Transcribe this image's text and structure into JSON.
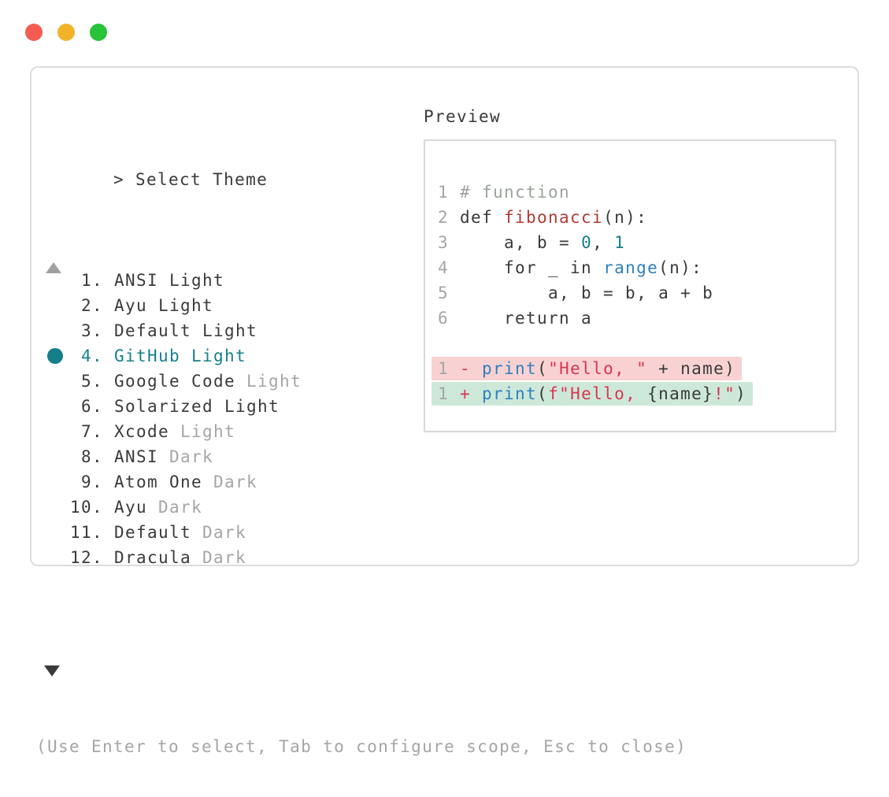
{
  "colors": {
    "accent_teal": "#15808A",
    "text": "#3A3A3A",
    "dim": "#A5A5A5",
    "comment": "#9AA39A",
    "function_name_red": "#B23B34",
    "string_crimson": "#D83652",
    "builtin_blue": "#2E7FBE",
    "diff_removed_bg": "#F8D2D3",
    "diff_added_bg": "#CDE8D9",
    "traffic_red": "#F45C51",
    "traffic_yellow": "#F2B32B",
    "traffic_green": "#27C33A"
  },
  "window": {
    "controls": [
      "close",
      "minimize",
      "zoom"
    ]
  },
  "picker": {
    "prompt": ">",
    "title": "Select Theme",
    "scroll_up_icon": "▲",
    "scroll_down_icon": "▼",
    "items": [
      {
        "num": "1.",
        "name": "ANSI Light",
        "dim": "",
        "selected": false
      },
      {
        "num": "2.",
        "name": "Ayu Light",
        "dim": "",
        "selected": false
      },
      {
        "num": "3.",
        "name": "Default Light",
        "dim": "",
        "selected": false
      },
      {
        "num": "4.",
        "name": "GitHub Light",
        "dim": "",
        "selected": true
      },
      {
        "num": "5.",
        "name": "Google Code",
        "dim": "Light",
        "selected": false
      },
      {
        "num": "6.",
        "name": "Solarized Light",
        "dim": "",
        "selected": false
      },
      {
        "num": "7.",
        "name": "Xcode",
        "dim": "Light",
        "selected": false
      },
      {
        "num": "8.",
        "name": "ANSI",
        "dim": "Dark",
        "selected": false
      },
      {
        "num": "9.",
        "name": "Atom One",
        "dim": "Dark",
        "selected": false
      },
      {
        "num": "10.",
        "name": "Ayu",
        "dim": "Dark",
        "selected": false
      },
      {
        "num": "11.",
        "name": "Default",
        "dim": "Dark",
        "selected": false
      },
      {
        "num": "12.",
        "name": "Dracula",
        "dim": "Dark",
        "selected": false
      }
    ],
    "hint": "(Use Enter to select, Tab to configure scope, Esc to close)"
  },
  "preview": {
    "label": "Preview",
    "lines": [
      {
        "num": "1",
        "tokens": [
          [
            "comment",
            "# function"
          ]
        ]
      },
      {
        "num": "2",
        "tokens": [
          [
            "text",
            "def "
          ],
          [
            "func",
            "fibonacci"
          ],
          [
            "text",
            "(n):"
          ]
        ]
      },
      {
        "num": "3",
        "tokens": [
          [
            "text",
            "    a, b = "
          ],
          [
            "number",
            "0"
          ],
          [
            "text",
            ", "
          ],
          [
            "number",
            "1"
          ]
        ]
      },
      {
        "num": "4",
        "tokens": [
          [
            "text",
            "    for _ in "
          ],
          [
            "builtin",
            "range"
          ],
          [
            "text",
            "(n):"
          ]
        ]
      },
      {
        "num": "5",
        "tokens": [
          [
            "text",
            "        a, b = b, a + b"
          ]
        ]
      },
      {
        "num": "6",
        "tokens": [
          [
            "text",
            "    return a"
          ]
        ]
      },
      {
        "num": "",
        "tokens": []
      },
      {
        "num": "1",
        "bg": "removed",
        "tokens": [
          [
            "str",
            "- "
          ],
          [
            "builtin",
            "print"
          ],
          [
            "text",
            "("
          ],
          [
            "str",
            "\"Hello, \""
          ],
          [
            "text",
            " + name)"
          ]
        ]
      },
      {
        "num": "1",
        "bg": "added",
        "tokens": [
          [
            "str",
            "+ "
          ],
          [
            "builtin",
            "print"
          ],
          [
            "text",
            "("
          ],
          [
            "str",
            "f\"Hello, "
          ],
          [
            "text",
            "{name}"
          ],
          [
            "str",
            "!\""
          ],
          [
            "text",
            ")"
          ]
        ]
      }
    ]
  }
}
